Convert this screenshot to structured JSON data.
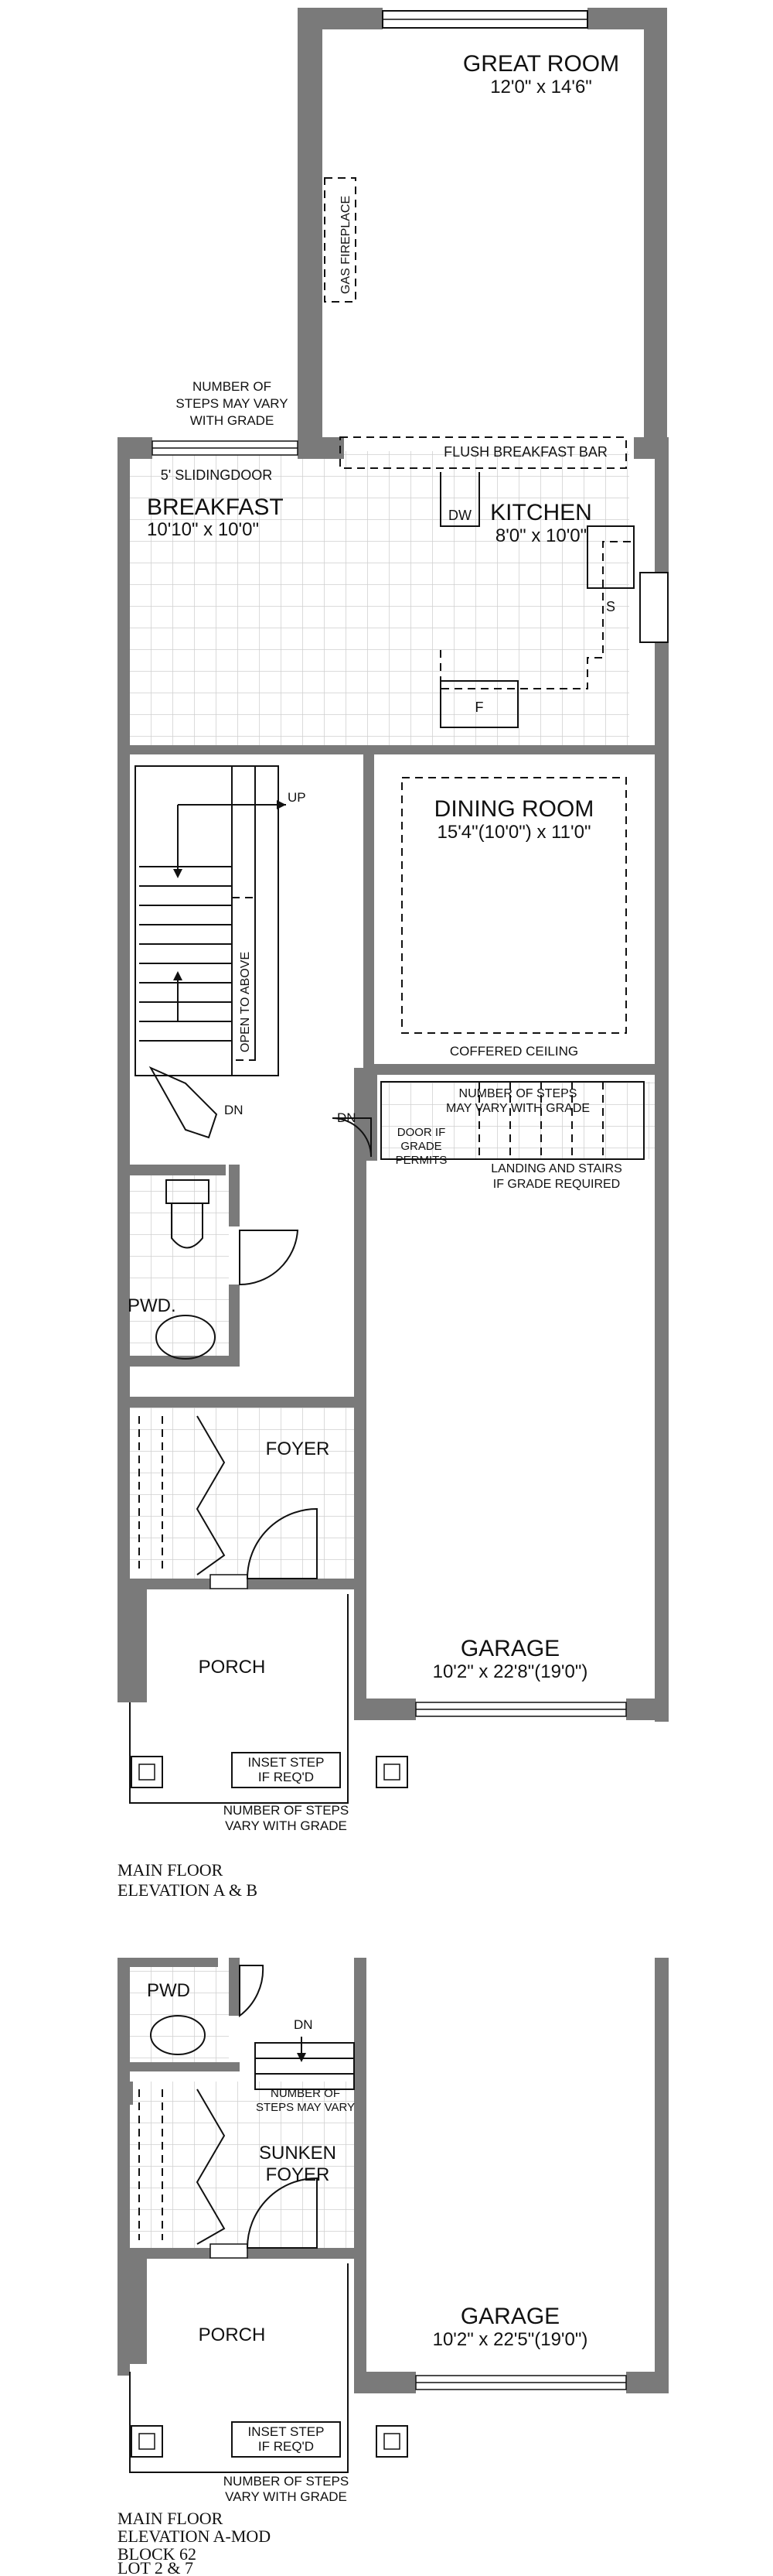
{
  "rooms": {
    "great_room": {
      "name": "GREAT ROOM",
      "size": "12'0\" x 14'6\""
    },
    "breakfast": {
      "name": "BREAKFAST",
      "size": "10'10\" x 10'0\""
    },
    "kitchen": {
      "name": "KITCHEN",
      "size": "8'0\" x 10'0\""
    },
    "dining_room": {
      "name": "DINING ROOM",
      "size": "15'4\"(10'0\") x 11'0\""
    },
    "garage_main": {
      "name": "GARAGE",
      "size": "10'2\" x 22'8\"(19'0\")"
    },
    "foyer": {
      "name": "FOYER"
    },
    "pwd_main": {
      "name": "PWD."
    },
    "porch_main": {
      "name": "PORCH"
    },
    "pwd_mod": {
      "name": "PWD"
    },
    "sunken_foyer": {
      "line1": "SUNKEN",
      "line2": "FOYER"
    },
    "porch_mod": {
      "name": "PORCH"
    },
    "garage_mod": {
      "name": "GARAGE",
      "size": "10'2\" x 22'5\"(19'0\")"
    }
  },
  "notes": {
    "gas_fireplace": "GAS FIREPLACE",
    "steps_grade": {
      "l1": "NUMBER OF",
      "l2": "STEPS MAY VARY",
      "l3": "WITH GRADE"
    },
    "sliding_door": "5' SLIDINGDOOR",
    "flush_bar": "FLUSH BREAKFAST BAR",
    "dw": "DW",
    "s": "S",
    "f": "F",
    "up": "UP",
    "dn_stair": "DN",
    "dn_garage": "DN",
    "open_above": "OPEN TO ABOVE",
    "coffered": "COFFERED CEILING",
    "garage_steps": {
      "l1": "NUMBER OF STEPS",
      "l2": "MAY VARY WITH GRADE"
    },
    "door_grade": {
      "l1": "DOOR IF",
      "l2": "GRADE",
      "l3": "PERMITS"
    },
    "landing": {
      "l1": "LANDING AND STAIRS",
      "l2": "IF GRADE REQUIRED"
    },
    "inset_step_main": {
      "l1": "INSET STEP",
      "l2": "IF REQ'D"
    },
    "porch_steps_main": {
      "l1": "NUMBER OF STEPS",
      "l2": "VARY WITH GRADE"
    },
    "dn_mod": "DN",
    "mod_steps": {
      "l1": "NUMBER OF",
      "l2": "STEPS MAY VARY"
    },
    "inset_step_mod": {
      "l1": "INSET STEP",
      "l2": "IF REQ'D"
    },
    "porch_steps_mod": {
      "l1": "NUMBER OF STEPS",
      "l2": "VARY WITH GRADE"
    }
  },
  "captions": {
    "main": {
      "l1": "MAIN FLOOR",
      "l2": "ELEVATION A & B"
    },
    "mod": {
      "l1": "MAIN FLOOR",
      "l2": "ELEVATION A-MOD",
      "l3": "BLOCK 62",
      "l4": "LOT 2 & 7"
    }
  }
}
